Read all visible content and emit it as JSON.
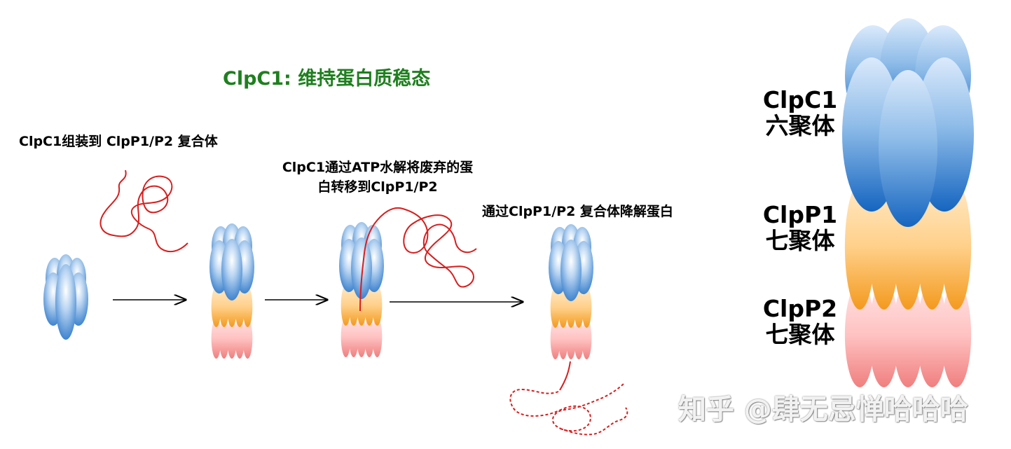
{
  "title": "ClpC1: 维持蛋白质稳态",
  "steps": {
    "assemble": "ClpC1组装到 ClpP1/P2 复合体",
    "transfer_line1": "ClpC1通过ATP水解将废弃的蛋",
    "transfer_line2": "白转移到ClpP1/P2",
    "degrade": "通过ClpP1/P2 复合体降解蛋白"
  },
  "legend": {
    "clpc1_name": "ClpC1",
    "clpc1_form": "六聚体",
    "clpp1_name": "ClpP1",
    "clpp1_form": "七聚体",
    "clpp2_name": "ClpP2",
    "clpp2_form": "七聚体"
  },
  "watermark": "知乎 @肆无忌惮哈哈哈",
  "colors": {
    "title_green": "#1f7f1f",
    "clpc1_blue": "#1f6fc6",
    "clpp1_orange": "#f7a531",
    "clpp2_pink": "#f58e8e",
    "protein_red": "#d81e1e",
    "arrow": "#000000"
  }
}
